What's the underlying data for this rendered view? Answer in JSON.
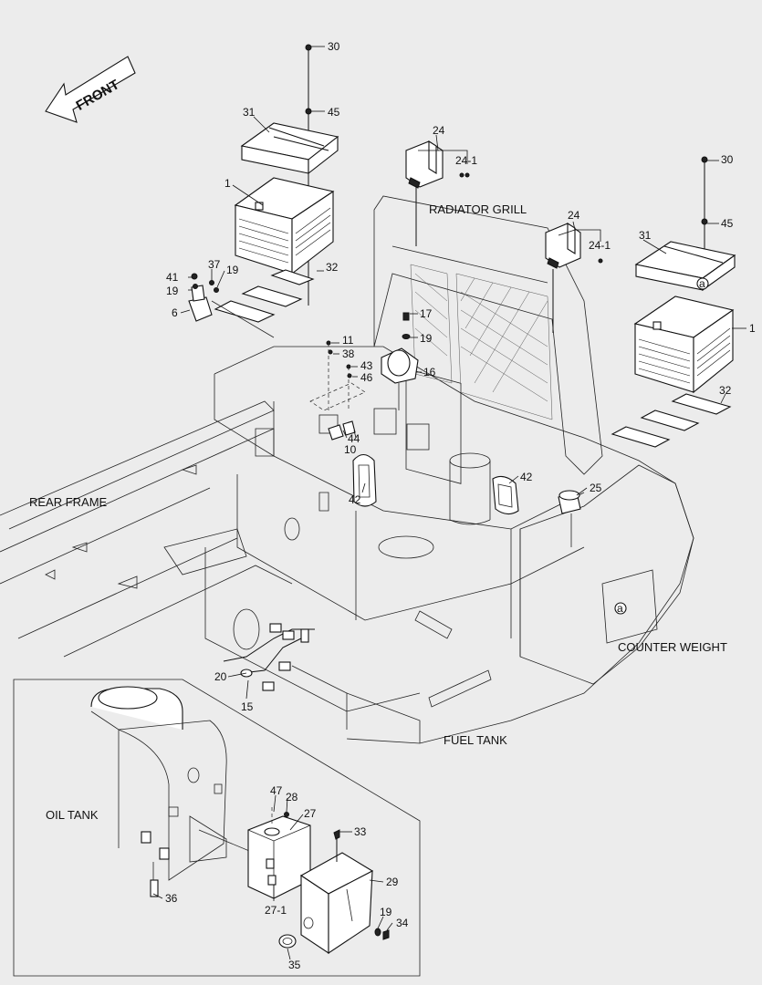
{
  "labels": {
    "front": "FRONT",
    "radiator_grill": "RADIATOR GRILL",
    "rear_frame": "REAR FRAME",
    "counter_weight": "COUNTER WEIGHT",
    "fuel_tank": "FUEL TANK",
    "oil_tank": "OIL TANK",
    "ref_a": "a"
  },
  "callouts": {
    "c30_left": "30",
    "c45_left": "45",
    "c31_left": "31",
    "c1_left": "1",
    "c24_left": "24",
    "c24_1_left": "24-1",
    "c24_right": "24",
    "c24_1_right": "24-1",
    "c30_right": "30",
    "c45_right": "45",
    "c31_right": "31",
    "c1_right": "1",
    "c32_left": "32",
    "c32_right": "32",
    "c41": "41",
    "c37": "37",
    "c19_a": "19",
    "c19_b": "19",
    "c6": "6",
    "c17": "17",
    "c19_c": "19",
    "c11": "11",
    "c38": "38",
    "c43": "43",
    "c46": "46",
    "c16": "16",
    "c44": "44",
    "c10": "10",
    "c42_left": "42",
    "c42_right": "42",
    "c25": "25",
    "c20": "20",
    "c15": "15",
    "c47": "47",
    "c28": "28",
    "c27": "27",
    "c33": "33",
    "c29": "29",
    "c27_1": "27-1",
    "c36": "36",
    "c19_d": "19",
    "c34": "34",
    "c35": "35"
  }
}
